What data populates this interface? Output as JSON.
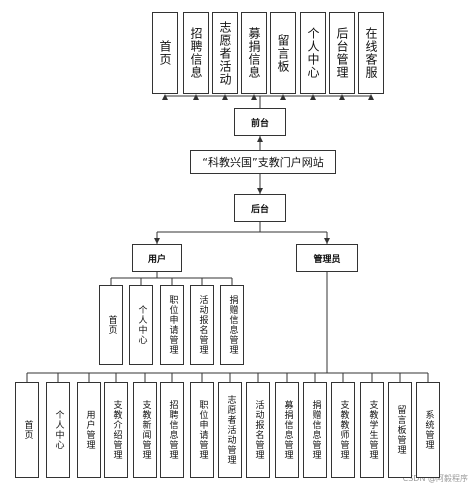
{
  "title": "“科教兴国”支教门户网站",
  "front_label": "前台",
  "back_label": "后台",
  "front_items": [
    "首页",
    "招聘信息",
    "志愿者活动",
    "募捐信息",
    "留言板",
    "个人中心",
    "后台管理",
    "在线客服"
  ],
  "user_label": "用户",
  "admin_label": "管理员",
  "user_items": [
    "首页",
    "个人中心",
    "职位申请管理",
    "活动报名管理",
    "捐赠信息管理"
  ],
  "admin_items": [
    "首页",
    "个人中心",
    "用户管理",
    "支教介绍管理",
    "支教新闻管理",
    "招聘信息管理",
    "职位申请管理",
    "志愿者活动管理",
    "活动报名管理",
    "募捐信息管理",
    "捐赠信息管理",
    "支教教师管理",
    "支教学生管理",
    "留言板管理",
    "系统管理"
  ],
  "watermark": "CSDN @阿毅程序"
}
